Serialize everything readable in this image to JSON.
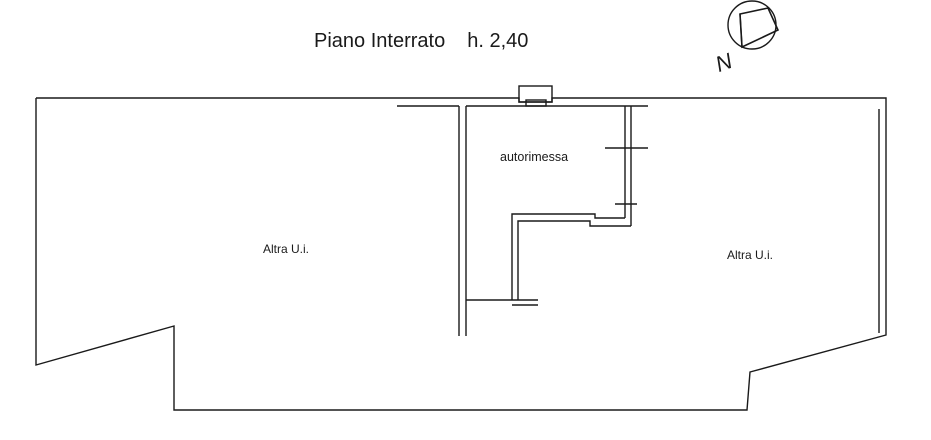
{
  "title": {
    "floor": "Piano Interrato",
    "height": "h. 2,40"
  },
  "rooms": {
    "garage": "autorimessa",
    "other_left": "Altra U.i.",
    "other_right": "Altra U.i."
  },
  "compass": {
    "north_label": "N"
  },
  "colors": {
    "line": "#1a1a1a",
    "background": "#ffffff"
  }
}
